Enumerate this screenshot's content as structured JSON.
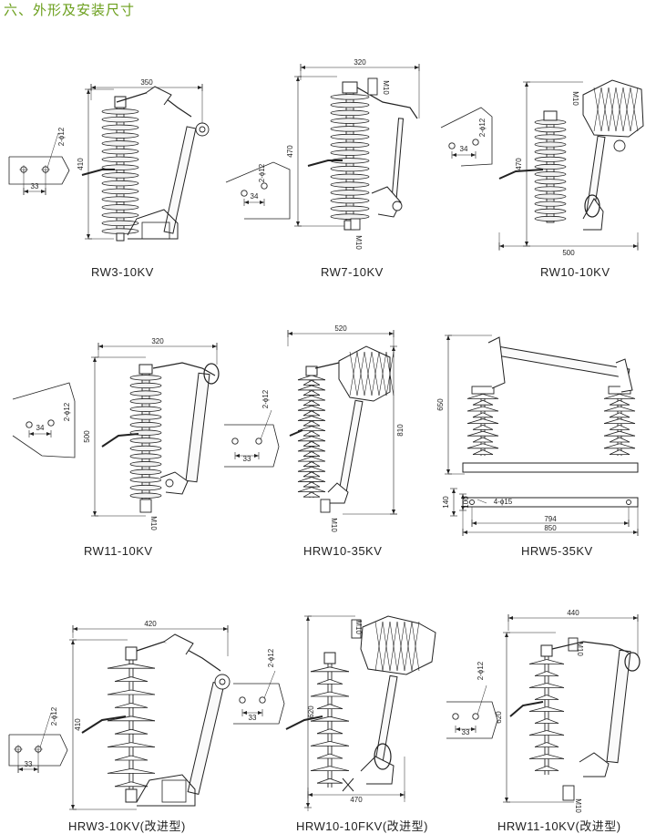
{
  "section_title": "六、外形及安装尺寸",
  "colors": {
    "title": "#6b9f1c",
    "line": "#222222",
    "insulator_fill": "#f2f2f2"
  },
  "figures": [
    {
      "id": "rw3",
      "caption": "RW3-10KV",
      "dims": [
        "350",
        "410"
      ],
      "plate": [
        "2-ϕ12",
        "33"
      ]
    },
    {
      "id": "rw7",
      "caption": "RW7-10KV",
      "dims": [
        "320",
        "470",
        "M10",
        "M10"
      ],
      "plate": [
        "2-ϕ12",
        "34"
      ]
    },
    {
      "id": "rw10",
      "caption": "RW10-10KV",
      "dims": [
        "470",
        "500",
        "M10"
      ],
      "plate": [
        "2-ϕ12",
        "34"
      ]
    },
    {
      "id": "rw11",
      "caption": "RW11-10KV",
      "dims": [
        "320",
        "500",
        "M10"
      ],
      "plate": [
        "2-ϕ12",
        "34"
      ]
    },
    {
      "id": "hrw10_35",
      "caption": "HRW10-35KV",
      "dims": [
        "520",
        "810",
        "M10"
      ],
      "plate": [
        "2-ϕ12",
        "33"
      ]
    },
    {
      "id": "hrw5",
      "caption": "HRW5-35KV",
      "dims": [
        "650",
        "140",
        "100",
        "4-ϕ15",
        "794",
        "850"
      ]
    },
    {
      "id": "hrw3",
      "caption": "HRW3-10KV(改进型)",
      "dims": [
        "420",
        "410"
      ],
      "plate": [
        "2-ϕ12",
        "33"
      ]
    },
    {
      "id": "hrw10f",
      "caption": "HRW10-10FKV(改进型)",
      "dims": [
        "620",
        "470",
        "M10"
      ],
      "plate": [
        "2-ϕ12",
        "33"
      ]
    },
    {
      "id": "hrw11",
      "caption": "HRW11-10KV(改进型)",
      "dims": [
        "440",
        "620",
        "M10",
        "M10"
      ],
      "plate": [
        "2-ϕ12",
        "33"
      ]
    }
  ]
}
